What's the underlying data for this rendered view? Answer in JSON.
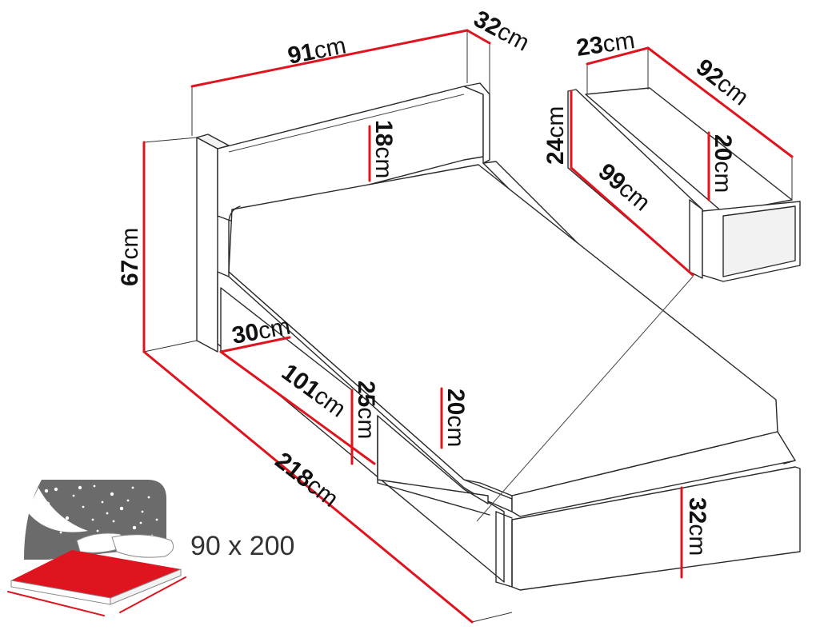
{
  "dimensions": {
    "headboard_width": {
      "value": "91",
      "unit": "cm"
    },
    "headboard_depth": {
      "value": "32",
      "unit": "cm"
    },
    "headboard_panel_height": {
      "value": "18",
      "unit": "cm"
    },
    "total_height": {
      "value": "67",
      "unit": "cm"
    },
    "frame_length": {
      "value": "218",
      "unit": "cm"
    },
    "side_inset_length": {
      "value": "101",
      "unit": "cm"
    },
    "side_inset_depth": {
      "value": "30",
      "unit": "cm"
    },
    "side_panel_height": {
      "value": "25",
      "unit": "cm"
    },
    "mattress_side_height": {
      "value": "20",
      "unit": "cm"
    },
    "frame_height": {
      "value": "32",
      "unit": "cm"
    },
    "drawer_depth": {
      "value": "23",
      "unit": "cm"
    },
    "drawer_width": {
      "value": "92",
      "unit": "cm"
    },
    "drawer_height": {
      "value": "24",
      "unit": "cm"
    },
    "drawer_length": {
      "value": "99",
      "unit": "cm"
    },
    "drawer_inner_height": {
      "value": "20",
      "unit": "cm"
    }
  },
  "sleeping_area": "90 x 200",
  "colors": {
    "dimension_line": "#e0141e",
    "outline": "#2a2a2a",
    "mattress": "#e0141e",
    "night_sky": "#6b6b6b"
  },
  "icons": [
    "bed-with-night-sky-icon",
    "star-icon"
  ]
}
